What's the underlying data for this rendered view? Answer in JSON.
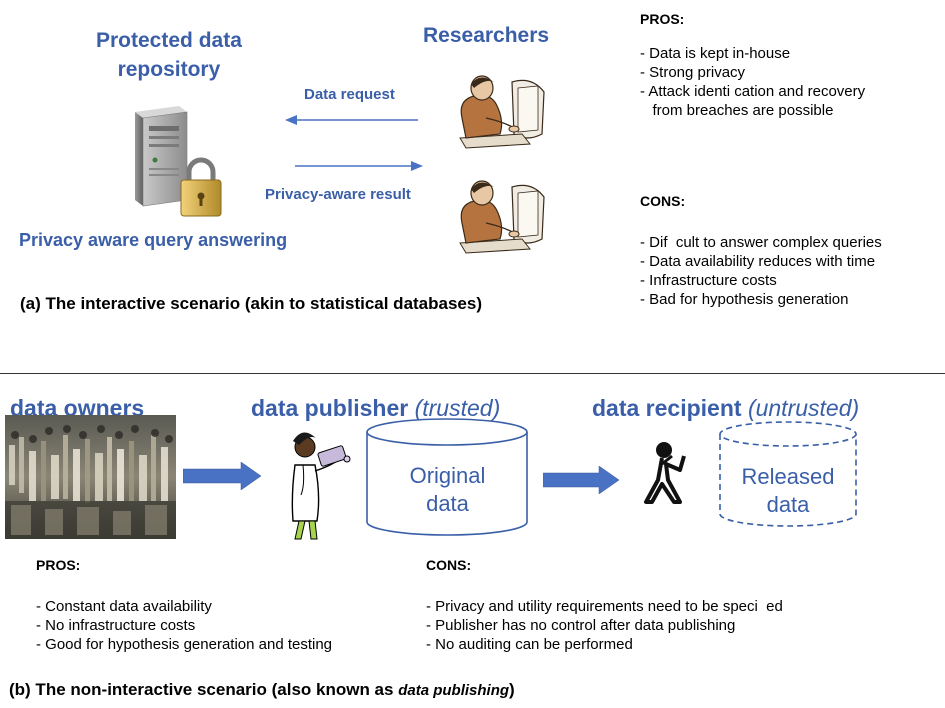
{
  "part_a": {
    "repo_title_line1": "Protected data",
    "repo_title_line2": "repository",
    "researchers_title": "Researchers",
    "data_request": "Data request",
    "privacy_result": "Privacy-aware result",
    "query_answering": "Privacy aware query answering",
    "caption": "(a) The interactive scenario (akin to statistical databases)",
    "pros": {
      "header": "PROS:",
      "items": [
        "- Data is kept in-house",
        "- Strong privacy",
        "- Attack identi  cation and recovery",
        "   from breaches are possible"
      ]
    },
    "cons": {
      "header": "CONS:",
      "items": [
        "- Dif  cult to answer complex queries",
        "- Data availability reduces with time",
        "- Infrastructure costs",
        "- Bad for hypothesis generation"
      ]
    }
  },
  "part_b": {
    "owners": "data owners",
    "publisher": "data publisher",
    "publisher_note": "(trusted)",
    "recipient": "data recipient",
    "recipient_note": "(untrusted)",
    "original_line1": "Original",
    "original_line2": "data",
    "released_line1": "Released",
    "released_line2": "data",
    "pros": {
      "header": "PROS:",
      "items": [
        "- Constant data availability",
        "- No infrastructure costs",
        "- Good for hypothesis generation and testing"
      ]
    },
    "cons": {
      "header": "CONS:",
      "items": [
        "- Privacy and utility requirements need to be speci  ed",
        "- Publisher has no control after data publishing",
        "- No auditing can be performed"
      ]
    },
    "caption_prefix": "(b) The non-interactive scenario (also known as ",
    "caption_italic": "data publishing",
    "caption_suffix": ")"
  },
  "colors": {
    "accent_blue": "#3a5fa8",
    "arrow_blue": "#4a72c4",
    "crowd_dark": "#3b3a33"
  },
  "icons": [
    "server-lock-icon",
    "researcher-icon",
    "doctor-icon",
    "recipient-icon",
    "crowd-photo"
  ]
}
